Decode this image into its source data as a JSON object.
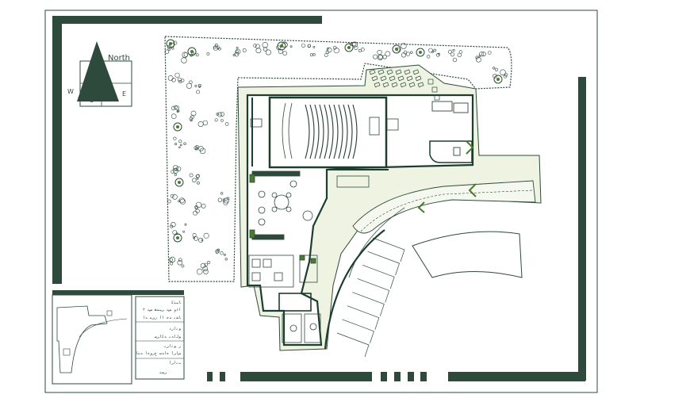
{
  "compass": {
    "north": "North",
    "west": "W",
    "south": "S",
    "east": "E"
  },
  "title_block": {
    "lines": [
      "ﺎﯿﺘﮐ",
      "﻿﻿ﺍﺀﻭ ﺲﺘ ﺮﯿﻤﻫ ﺲﺘ ٢",
      "ﺎﺸﻧ ﺪﺟ ﺍﺍ ﺭﺰﻣ ﻪﺍ",
      "ﻮﺗﺍﺭﺩ",
      "ﻮﻟﺍﻪﻧ ﻪﮐﺍﺰﺿ",
      "ﺭ ﻮﺗﺍﺮﻧ",
      "ﺱﺍﺮﺍ ﻩﺍﺪﺳ ﺡﺭﻭﻩﺍ ﻪﻣﺍ",
      "ﺐﻧﺍﺮﺍ",
      "ﺮﺼﺘ"
    ]
  },
  "colors": {
    "ink": "#2d4a3c",
    "accent": "#1f3d2f",
    "wall_fill": "#eef3e2",
    "plaza_fill": "#f5f8ee",
    "plant": "#4a7a2c"
  }
}
